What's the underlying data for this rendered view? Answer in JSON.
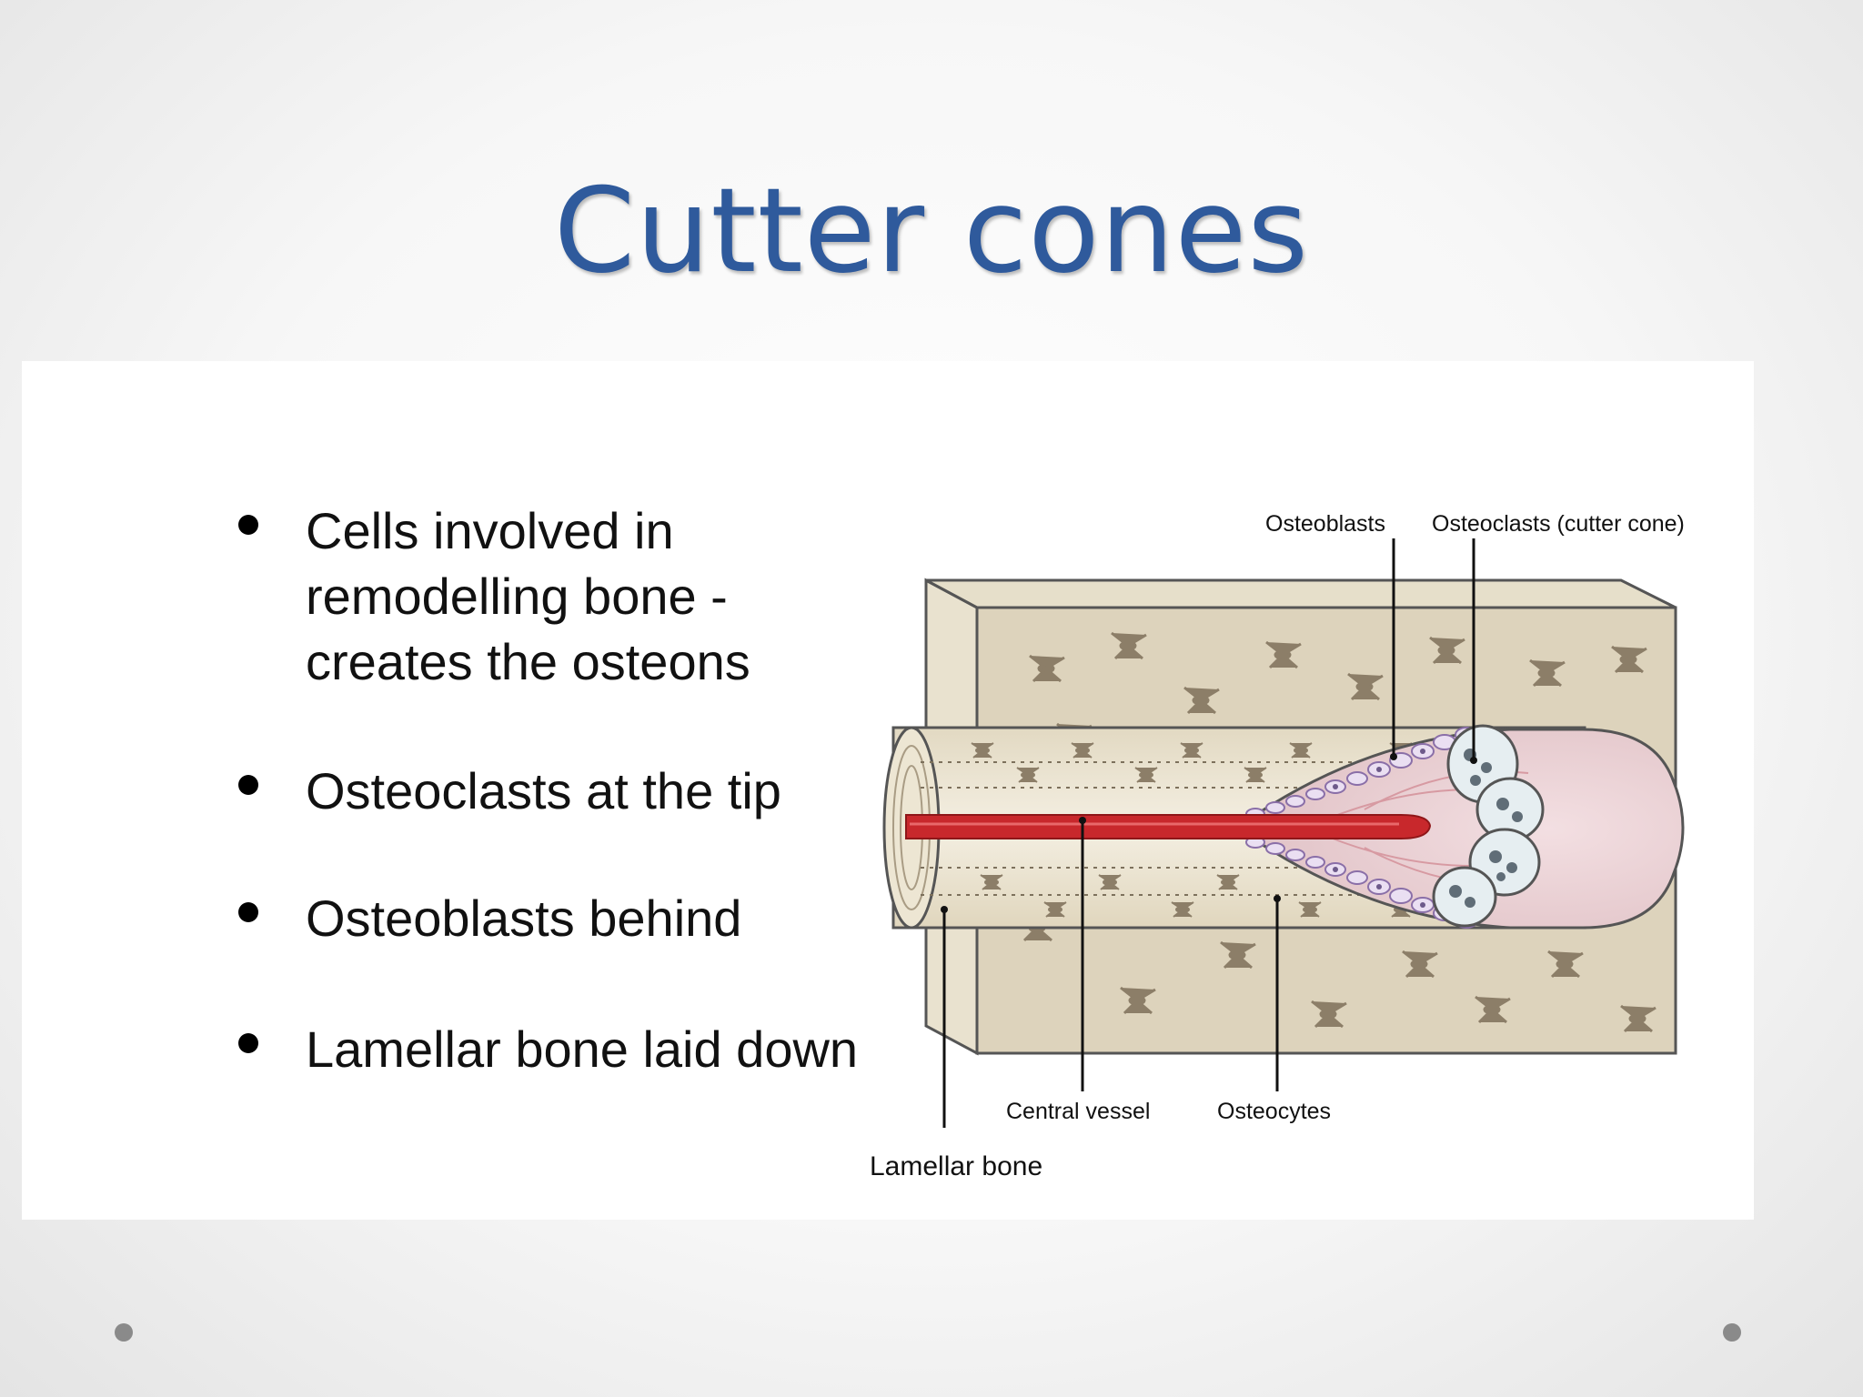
{
  "title": "Cutter cones",
  "bullets": [
    "Cells involved in remodelling bone - creates the osteons",
    "Osteoclasts at the tip",
    "Osteoblasts behind",
    "Lamellar bone laid down"
  ],
  "diagram": {
    "labels": {
      "osteoblasts": "Osteoblasts",
      "osteoclasts": "Osteoclasts (cutter cone)",
      "central_vessel": "Central vessel",
      "osteocytes": "Osteocytes",
      "lamellar_bone": "Lamellar bone"
    },
    "colors": {
      "bone": "#ddd3bc",
      "bone_light": "#efe9d9",
      "vessel": "#c8282c",
      "cone": "#ecd0d4",
      "osteoclast": "#e6eef1",
      "osteoblast": "#b8a4cc"
    }
  }
}
